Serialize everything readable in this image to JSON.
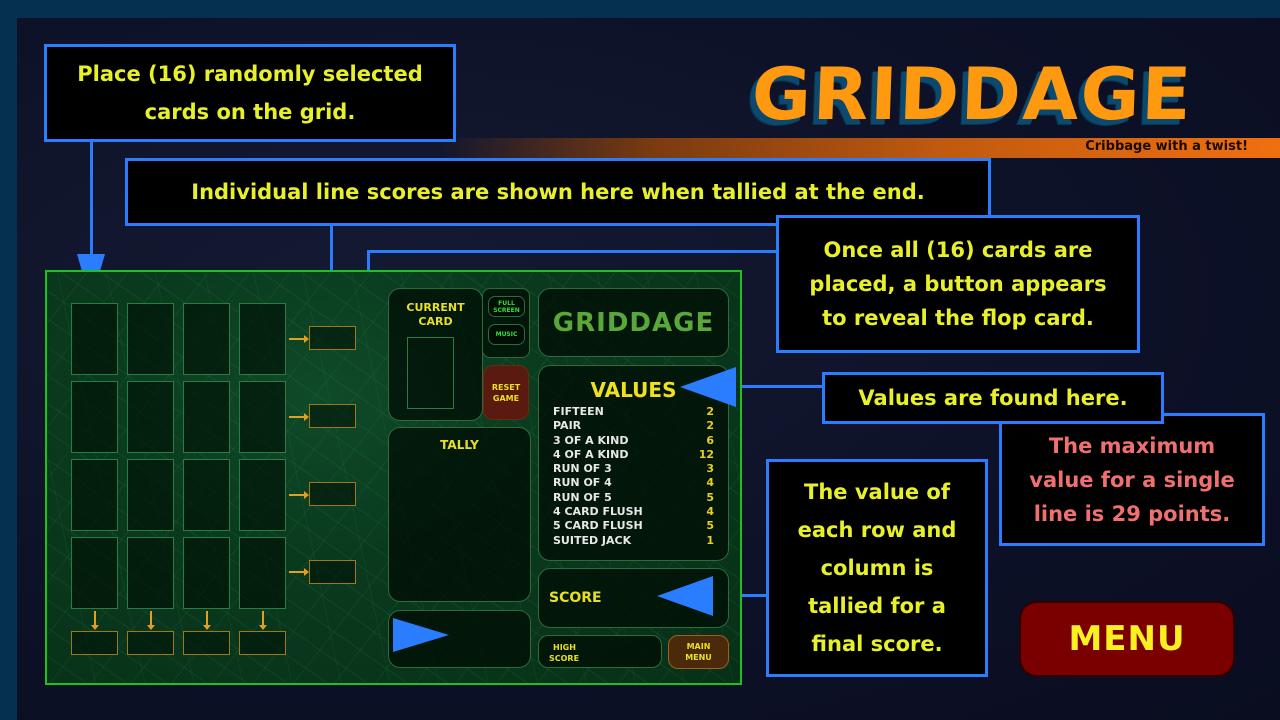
{
  "header": {
    "logo": "GRIDDAGE",
    "tagline": "Cribbage with a twist!"
  },
  "callouts": {
    "place_cards": [
      "Place (16) randomly selected",
      "cards on the grid."
    ],
    "line_scores": "Individual line scores are shown here when tallied at the end.",
    "flop": [
      "Once all (16) cards are",
      "placed, a button appears",
      "to reveal the flop card."
    ],
    "values": "Values are found here.",
    "maximum": [
      "The maximum",
      "value for a single",
      "line is 29 points."
    ],
    "tally": [
      "The value of",
      "each row and",
      "column is",
      "tallied for a",
      "final score."
    ]
  },
  "board": {
    "current_card_label": [
      "CURRENT",
      "CARD"
    ],
    "full_screen_label": [
      "FULL",
      "SCREEN"
    ],
    "music_label": "MUSIC",
    "reset_label": [
      "RESET",
      "GAME"
    ],
    "mini_logo": "GRIDDAGE",
    "values_title": "VALUES",
    "values": [
      {
        "name": "FIFTEEN",
        "points": "2"
      },
      {
        "name": "PAIR",
        "points": "2"
      },
      {
        "name": "3 OF A KIND",
        "points": "6"
      },
      {
        "name": "4 OF A KIND",
        "points": "12"
      },
      {
        "name": "RUN OF 3",
        "points": "3"
      },
      {
        "name": "RUN OF 4",
        "points": "4"
      },
      {
        "name": "RUN OF 5",
        "points": "5"
      },
      {
        "name": "4 CARD FLUSH",
        "points": "4"
      },
      {
        "name": "5 CARD FLUSH",
        "points": "5"
      },
      {
        "name": "SUITED JACK",
        "points": "1"
      }
    ],
    "tally_label": "TALLY",
    "score_label": "SCORE",
    "high_score_label": [
      "HIGH",
      "SCORE"
    ],
    "main_menu_label": [
      "MAIN",
      "MENU"
    ]
  },
  "menu_button": "MENU",
  "colors": {
    "callout_border": "#2a7dff",
    "callout_text": "#e8f02a",
    "callout_alert_text": "#f07070",
    "logo_orange": "#ff9a10",
    "board_border": "#20c020",
    "menu_bg": "#7a0000"
  }
}
